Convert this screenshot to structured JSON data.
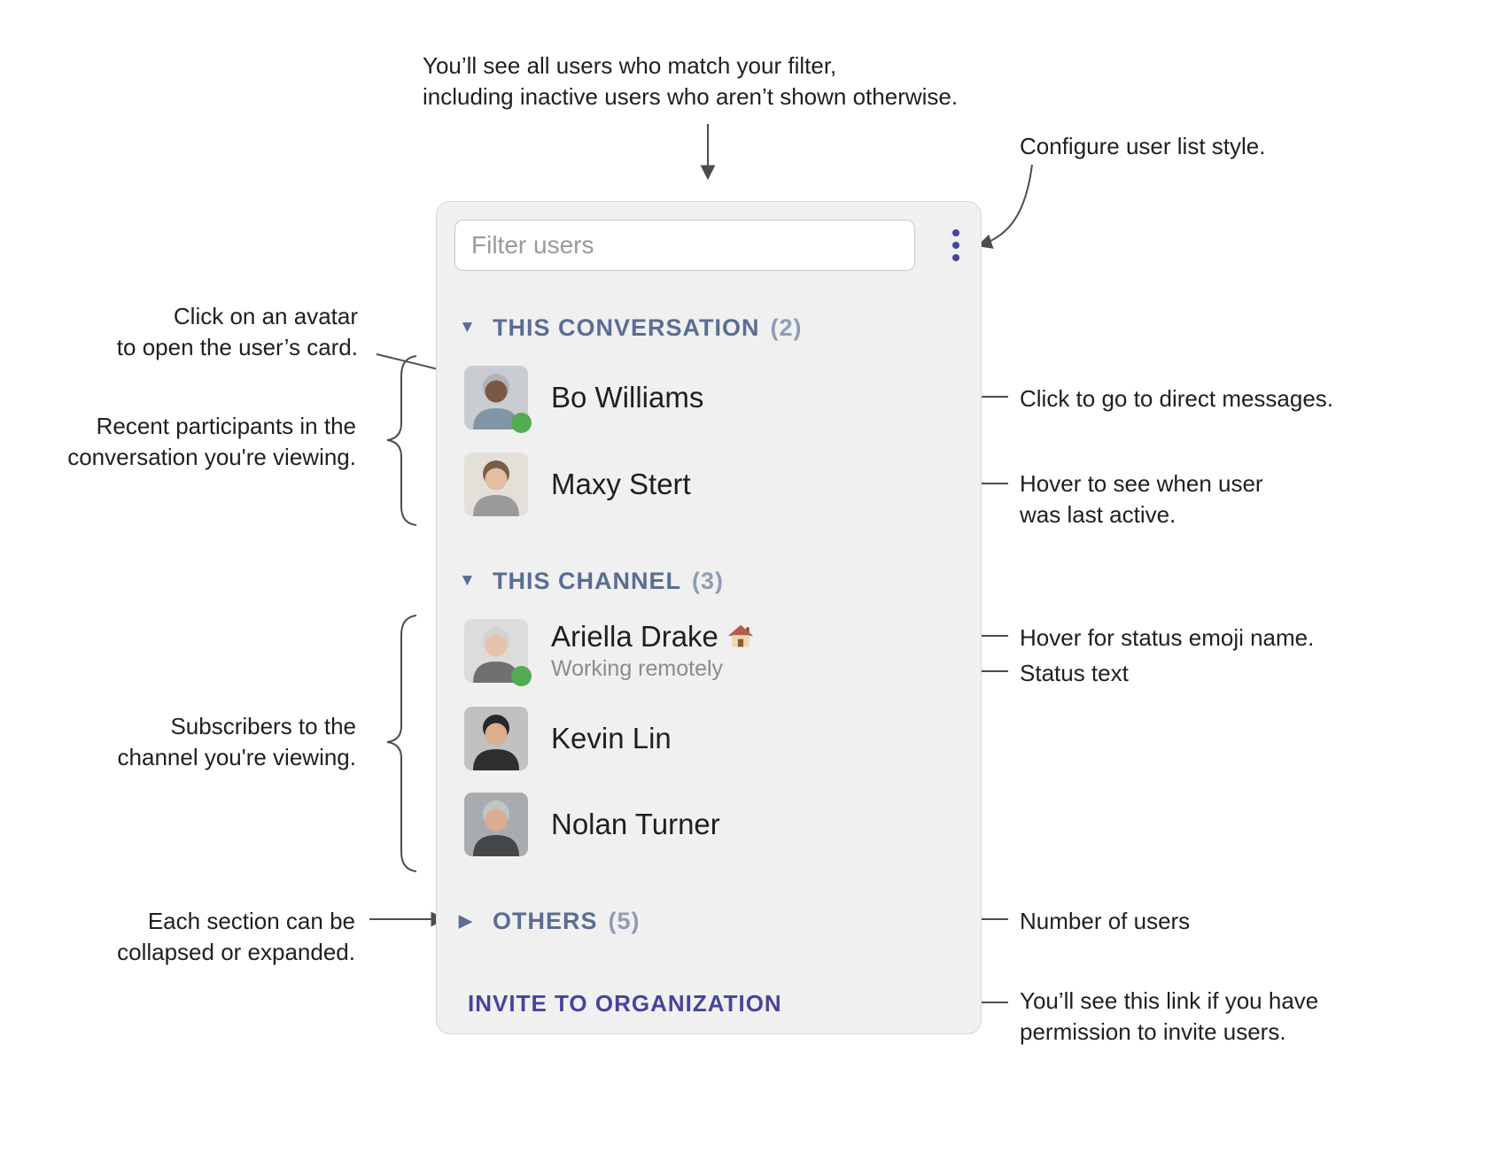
{
  "colors": {
    "accent": "#45459c",
    "section_header": "#5b6d92",
    "section_count": "#8f9cb5",
    "online_green": "#53ab53",
    "name_text": "#1f1f1f",
    "status_text": "#8c8c8c",
    "panel_bg": "#f0f0f0",
    "panel_border": "#d8d8d8",
    "input_border": "#c9c9c9",
    "placeholder": "#9a9a9a",
    "annotation_text": "#1f1f1f",
    "line_color": "#4d4d4d"
  },
  "panel": {
    "filter_placeholder": "Filter users",
    "menu_icon": "kebab-menu",
    "sections": [
      {
        "marker": "▼",
        "label": "THIS CONVERSATION",
        "count": "(2)",
        "collapsed": false,
        "users": [
          {
            "name": "Bo Williams",
            "online": true,
            "status": ""
          },
          {
            "name": "Maxy Stert",
            "online": false,
            "status": ""
          }
        ]
      },
      {
        "marker": "▼",
        "label": "THIS CHANNEL",
        "count": "(3)",
        "collapsed": false,
        "users": [
          {
            "name": "Ariella Drake",
            "status_emoji": "🏠",
            "online": true,
            "status": "Working remotely"
          },
          {
            "name": "Kevin Lin",
            "online": false,
            "status": ""
          },
          {
            "name": "Nolan Turner",
            "online": false,
            "status": ""
          }
        ]
      },
      {
        "marker": "▶",
        "label": "OTHERS",
        "count": "(5)",
        "collapsed": true,
        "users": []
      }
    ],
    "invite_label": "INVITE TO ORGANIZATION"
  },
  "annotations": {
    "filter_note": {
      "line1": "You’ll see all users who match your filter,",
      "line2": "including inactive users who aren’t shown otherwise."
    },
    "configure_note": "Configure user list style.",
    "avatar_note": {
      "line1": "Click on an avatar",
      "line2": "to open the user’s card."
    },
    "participants_note": {
      "line1": "Recent participants in the",
      "line2": "conversation you're viewing."
    },
    "dm_note": "Click to go to direct messages.",
    "last_active_note": {
      "line1": "Hover to see when user",
      "line2": "was last active."
    },
    "status_emoji_note": "Hover for status emoji name.",
    "status_text_note": "Status text",
    "subscribers_note": {
      "line1": "Subscribers to the",
      "line2": "channel you're viewing."
    },
    "collapse_note": {
      "line1": "Each section can be",
      "line2": "collapsed or expanded."
    },
    "count_note": "Number of users",
    "invite_note": {
      "line1": "You’ll see this link if you have",
      "line2": "permission to invite users."
    }
  }
}
